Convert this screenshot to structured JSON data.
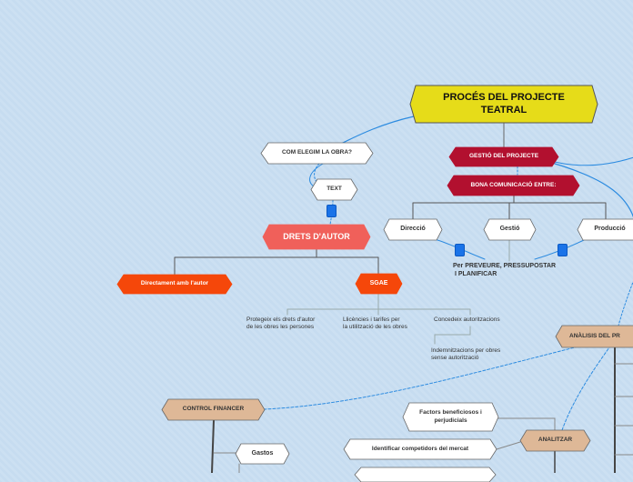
{
  "colors": {
    "title_fill": "#e6dc19",
    "dark_red": "#b2102f",
    "coral": "#f0605a",
    "orange": "#f5470a",
    "tan": "#deb897",
    "white": "#ffffff",
    "blue_link": "#2c8be0",
    "handle": "#1a73e8"
  },
  "nodes": {
    "title": "PROCÉS DEL PROJECTE TEATRAL",
    "com_elegim": "COM ELEGIM LA OBRA?",
    "text": "TEXT",
    "drets_autor": "DRETS D'AUTOR",
    "directament": "Directament amb l'autor",
    "sgae": "SGAE",
    "gestio_projecte": "GESTIÓ DEL PROJECTE",
    "bona_comunicacio": "BONA COMUNICACIÓ ENTRE:",
    "direccio": "Direcció",
    "gestio": "Gestió",
    "produccio": "Producció",
    "analisis": "ANÀLISIS DEL PR",
    "control_financer": "CONTROL FINANCER",
    "gastos": "Gastos",
    "factors": "Factors beneficiosos i perjudicials",
    "identificar": "Identificar competidors del mercat",
    "analitzar": "ANALITZAR"
  },
  "notes": {
    "per_preveure_1": "Per PREVEURE, PRESSUPOSTAR",
    "per_preveure_2": "I PLANIFICAR",
    "protegeix_1": "Protegeix els drets d'autor",
    "protegeix_2": "de les obres les persones",
    "llicencies_1": "Llicències i tarifes per",
    "llicencies_2": "la utilització de les obres",
    "concedeix": "Concedeix autoritzacions",
    "indemnit_1": "Indemnitzacions per obres",
    "indemnit_2": "sense autorització"
  }
}
